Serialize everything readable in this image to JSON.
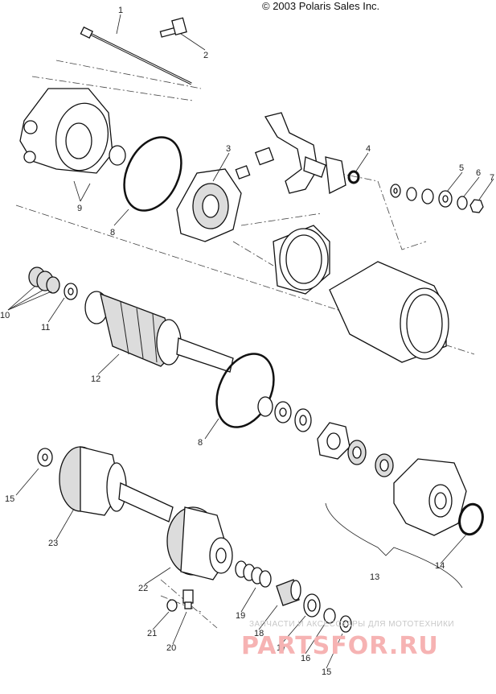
{
  "copyright": "© 2003 Polaris Sales Inc.",
  "callouts": [
    "1",
    "2",
    "3",
    "4",
    "5",
    "6",
    "7",
    "8",
    "9",
    "10",
    "11",
    "12",
    "8",
    "13",
    "14",
    "15",
    "15",
    "16",
    "17",
    "18",
    "19",
    "20",
    "21",
    "22",
    "23"
  ],
  "watermark": {
    "small": "ЗАПЧАСТИ И АКСЕССУАРЫ ДЛЯ МОТОТЕХНИКИ",
    "big": "PARTSFOR.RU"
  }
}
